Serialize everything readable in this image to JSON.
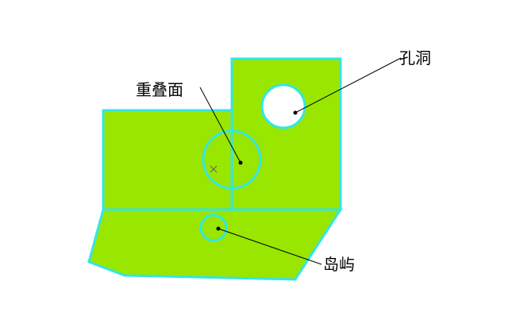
{
  "colors": {
    "background": "#ffffff",
    "region_fill": "#99e600",
    "outline": "#33e6e6",
    "hole_fill": "#ffffff",
    "leader": "#000000",
    "marker": "#606060"
  },
  "labels": {
    "hole": "孔洞",
    "overlap": "重叠面",
    "island": "岛屿"
  }
}
